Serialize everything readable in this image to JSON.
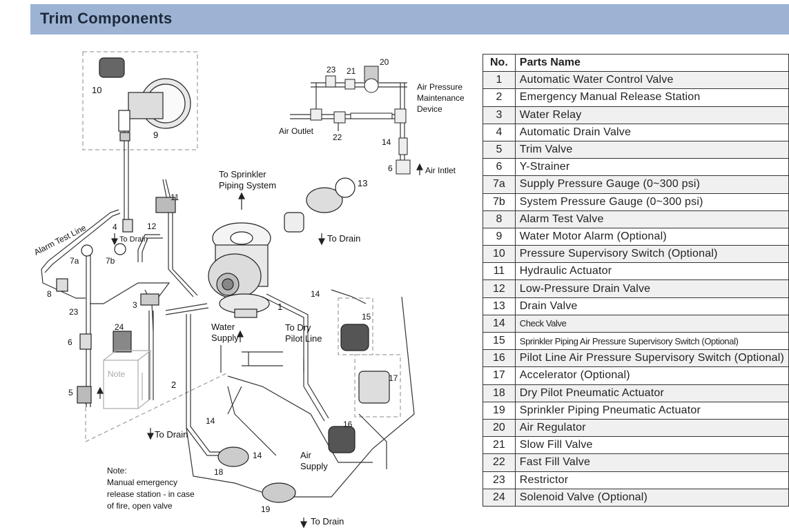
{
  "header": {
    "title": "Trim Components"
  },
  "diagram": {
    "labels": {
      "n10": "10",
      "n9": "9",
      "n4": "4",
      "n11": "11",
      "n12": "12",
      "to_drain_small": "To Drain",
      "n7a": "7a",
      "n7b": "7b",
      "n8": "8",
      "n23": "23",
      "n3": "3",
      "n6": "6",
      "n24": "24",
      "n2": "2",
      "n5": "5",
      "note_box": "Note",
      "to_drain_left": "To Drain",
      "note_title": "Note:",
      "note_l1": "Manual emergency",
      "note_l2": "release station - in case",
      "note_l3": "of fire, open valve",
      "alarm_test_line": "Alarm Test Line",
      "sprinkler_l1": "To Sprinkler",
      "sprinkler_l2": "Piping System",
      "n13": "13",
      "to_drain_center": "To Drain",
      "n1": "1",
      "n14a": "14",
      "water_l1": "Water",
      "water_l2": "Supply",
      "drypilot_l1": "To Dry",
      "drypilot_l2": "Pilot Line",
      "n15": "15",
      "n17": "17",
      "n16": "16",
      "n14b": "14",
      "n14c": "14",
      "n18": "18",
      "n19": "19",
      "air_l1": "Air",
      "air_l2": "Supply",
      "to_drain_bottom": "To Drain",
      "n23t": "23",
      "n21": "21",
      "n20": "20",
      "n22": "22",
      "air_outlet": "Air Outlet",
      "apm_l1": "Air Pressure",
      "apm_l2": "Maintenance",
      "apm_l3": "Device",
      "n14d": "14",
      "n6b": "6",
      "air_intlet": "Air Intlet"
    }
  },
  "table": {
    "headers": {
      "no": "No.",
      "name": "Parts Name"
    },
    "rows": [
      {
        "no": "1",
        "name": "Automatic Water Control Valve"
      },
      {
        "no": "2",
        "name": "Emergency Manual Release Station"
      },
      {
        "no": "3",
        "name": "Water Relay"
      },
      {
        "no": "4",
        "name": "Automatic Drain Valve"
      },
      {
        "no": "5",
        "name": "Trim Valve"
      },
      {
        "no": "6",
        "name": "Y-Strainer"
      },
      {
        "no": "7a",
        "name": "Supply Pressure Gauge (0~300 psi)"
      },
      {
        "no": "7b",
        "name": "System Pressure Gauge (0~300 psi)"
      },
      {
        "no": "8",
        "name": "Alarm Test Valve"
      },
      {
        "no": "9",
        "name": "Water Motor Alarm (Optional)"
      },
      {
        "no": "10",
        "name": "Pressure Supervisory Switch (Optional)"
      },
      {
        "no": "11",
        "name": "Hydraulic Actuator"
      },
      {
        "no": "12",
        "name": "Low-Pressure Drain Valve"
      },
      {
        "no": "13",
        "name": "Drain Valve"
      },
      {
        "no": "14",
        "name": "Check Valve"
      },
      {
        "no": "15",
        "name": "Sprinkler Piping Air Pressure Supervisory Switch (Optional)"
      },
      {
        "no": "16",
        "name": "Pilot Line Air Pressure Supervisory Switch (Optional)"
      },
      {
        "no": "17",
        "name": "Accelerator  (Optional)"
      },
      {
        "no": "18",
        "name": "Dry Pilot Pneumatic Actuator"
      },
      {
        "no": "19",
        "name": "Sprinkler Piping Pneumatic Actuator"
      },
      {
        "no": "20",
        "name": "Air Regulator"
      },
      {
        "no": "21",
        "name": "Slow Fill Valve"
      },
      {
        "no": "22",
        "name": "Fast Fill Valve"
      },
      {
        "no": "23",
        "name": "Restrictor"
      },
      {
        "no": "24",
        "name": "Solenoid Valve (Optional)"
      }
    ]
  }
}
